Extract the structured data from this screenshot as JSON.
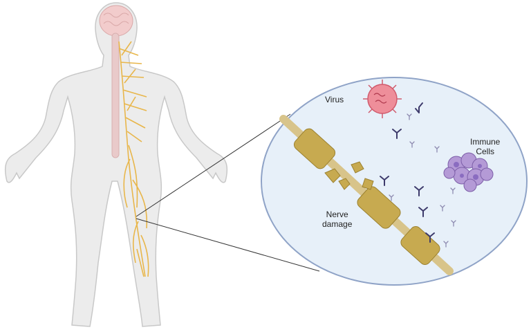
{
  "labels": {
    "virus": "Virus",
    "immune_cells_line1": "Immune",
    "immune_cells_line2": "Cells",
    "nerve_damage_line1": "Nerve",
    "nerve_damage_line2": "damage"
  },
  "colors": {
    "body_fill": "#ebebeb",
    "body_outline": "#c9c9c9",
    "nerve": "#e8b64a",
    "spinal_cord": "#e9c9c9",
    "brain": "#f1c9c9",
    "zoom_circle_fill": "#e6eff8",
    "zoom_circle_border": "#8fa3c7",
    "myelin": "#c9ad55",
    "axon": "#d9c58c",
    "virus": "#e06a7a",
    "antibody": "#3d3a6b",
    "immune_cell": "#a58bc9"
  }
}
